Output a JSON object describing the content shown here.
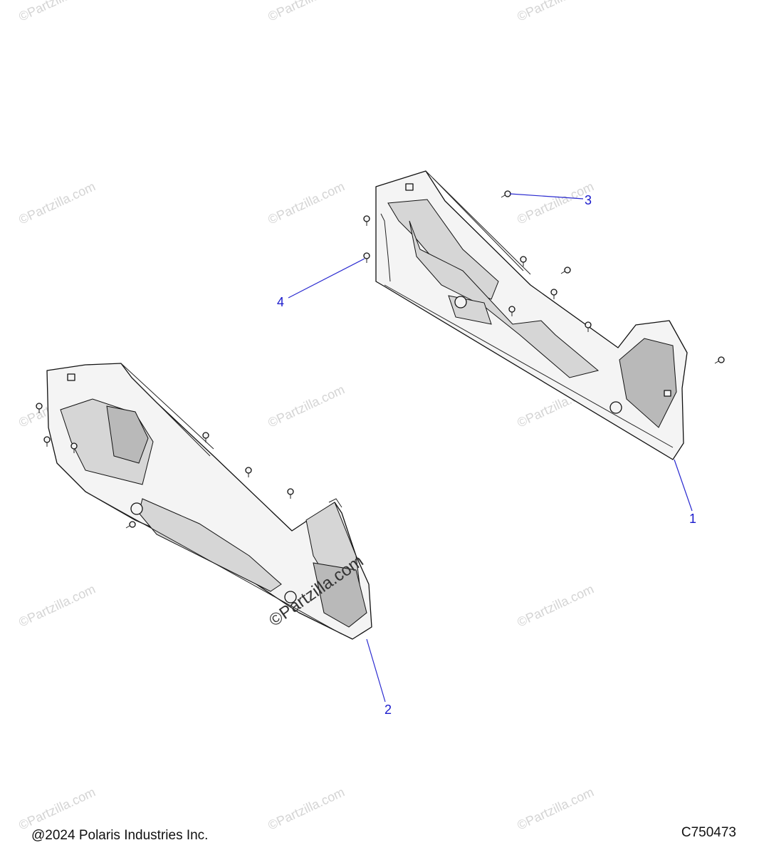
{
  "watermark": {
    "text": "©Partzilla.com",
    "primary_text": "©Partzilla.com"
  },
  "callouts": [
    {
      "id": "1",
      "label": "1"
    },
    {
      "id": "2",
      "label": "2"
    },
    {
      "id": "3",
      "label": "3"
    },
    {
      "id": "4",
      "label": "4"
    }
  ],
  "footer": {
    "copyright": "@2024 Polaris Industries Inc.",
    "drawing_id": "C750473"
  },
  "colors": {
    "callout": "#1a1acc",
    "watermark": "#d4d4d4",
    "line": "#111111"
  }
}
